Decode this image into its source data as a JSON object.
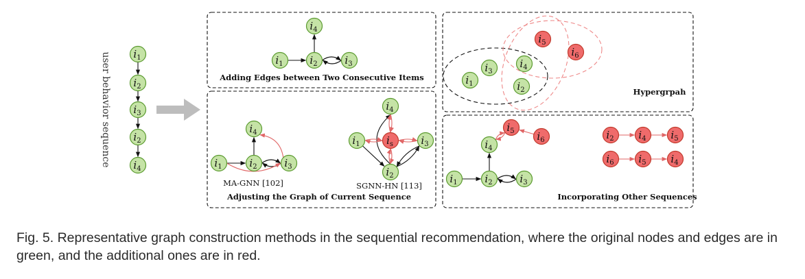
{
  "side_label": "user behavior sequence",
  "panels": {
    "adding_edges": {
      "title": "Adding Edges between Two Consecutive Items"
    },
    "adjusting": {
      "title": "Adjusting the Graph of Current Sequence",
      "ma_gnn_label": "MA-GNN [102]",
      "sgnn_hn_label": "SGNN-HN [113]"
    },
    "hypergraph": {
      "title": "Hypergrpah"
    },
    "other_sequences": {
      "title": "Incorporating Other Sequences"
    }
  },
  "nodes": {
    "i1": {
      "base": "i",
      "sub": "1"
    },
    "i2": {
      "base": "i",
      "sub": "2"
    },
    "i3": {
      "base": "i",
      "sub": "3"
    },
    "i4": {
      "base": "i",
      "sub": "4"
    },
    "i5": {
      "base": "i",
      "sub": "5"
    },
    "i6": {
      "base": "i",
      "sub": "6"
    },
    "is": {
      "base": "i",
      "sub": "s"
    }
  },
  "sequence_order": [
    "i1",
    "i2",
    "i3",
    "i2",
    "i4"
  ],
  "colors": {
    "green_fill": "#c5e3a6",
    "green_stroke": "#5a9a2e",
    "red_fill": "#ef6b6b",
    "red_stroke": "#c0392b",
    "red_edge": "#e06666",
    "arrow_gray": "#bdbdbd"
  },
  "caption": "Fig. 5.  Representative graph construction methods in the sequential recommendation, where the original nodes and edges are in green, and the additional ones are in red."
}
